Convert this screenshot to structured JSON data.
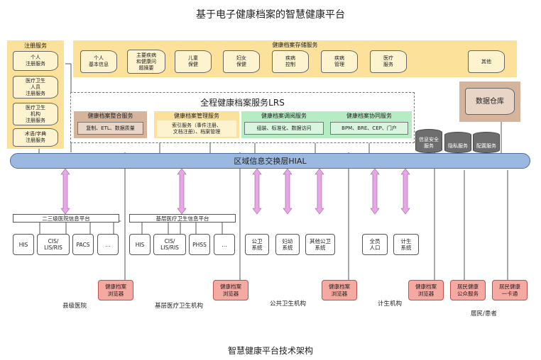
{
  "title": "基于电子健康档案的智慧健康平台",
  "caption": "智慧健康平台技术架构",
  "registry": {
    "title": "注册服务",
    "items": [
      "个人\n注册服务",
      "医疗卫生\n人员\n注册服务",
      "医疗卫生\n机构\n注册服务",
      "术语/字典\n注册服务"
    ]
  },
  "storage": {
    "title": "健康档案存储服务",
    "items": [
      "个人\n基本信息",
      "主要疾病\n和健康问\n题摘要",
      "儿童\n保健",
      "妇女\n保健",
      "疾病\n控制",
      "疾病\n管理",
      "医疗\n服务",
      "其他"
    ]
  },
  "datawarehouse": "数据仓库",
  "lrs": {
    "title": "全程健康档案服务LRS",
    "groups": [
      {
        "title": "健康档案整合服务",
        "content": "复制、ETL、数据质量"
      },
      {
        "title": "健康档案管理服务",
        "content": "索引服务（事件注册、\n文档注册）、档案管理"
      },
      {
        "title": "健康档案调阅服务",
        "content": "组装、标准化、数据访问"
      },
      {
        "title": "健康档案协同服务",
        "content": "BPM、BRE、CEP、门户"
      }
    ]
  },
  "support_services": [
    "信息安全\n服务",
    "隐私服务",
    "配置服务"
  ],
  "hial": "区域信息交换层HIAL",
  "platforms": [
    {
      "title": "二三级医院信息平台",
      "systems": [
        "HIS",
        "CIS/\nLIS/RIS",
        "PACS",
        "…"
      ]
    },
    {
      "title": "基层医疗卫生信息平台",
      "systems": [
        "HIS",
        "CIS/\nLIS/RIS",
        "PHSS",
        "…"
      ]
    }
  ],
  "public_systems": [
    "公卫\n系统",
    "妇幼\n系统",
    "其他公卫\n系统"
  ],
  "family_systems": [
    "全员\n人口",
    "计生\n系统"
  ],
  "browsers": [
    "健康档案\n浏览器",
    "健康档案\n浏览器",
    "健康档案\n浏览器",
    "健康档案\n浏览器",
    "居民健康\n公众服务",
    "居民健康\n一卡通"
  ],
  "org_labels": [
    "县级医院",
    "基层医疗卫生机构",
    "公共卫生机构",
    "计生机构",
    "居民/患者"
  ],
  "colors": {
    "yellow": "#fbe19a",
    "tan": "#d6b49c",
    "green": "#b5ecc3",
    "hial": "#9bb9e0",
    "arrow": "#e7a6e6",
    "browser": "#f4a9a3"
  }
}
